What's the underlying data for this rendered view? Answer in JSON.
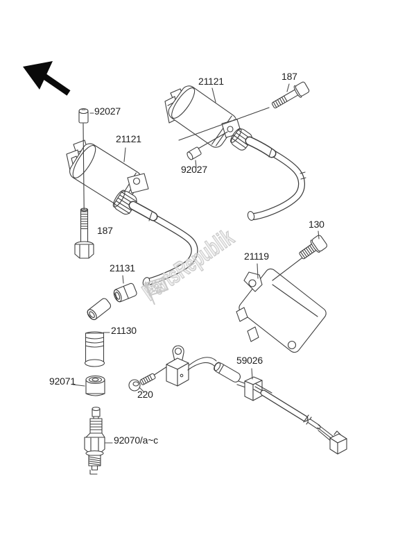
{
  "watermark": {
    "text": "PartsRepublik",
    "icon": "flag-gear"
  },
  "callouts": {
    "coil_left_screw": "92027",
    "coil_left": "21121",
    "coil_left_bolt": "187",
    "terminal_nut": "21131",
    "plug_cap": "21130",
    "resistor_cover": "92071",
    "spark_plug": "92070/a~c",
    "pickup_screw": "220",
    "pickup_coil": "59026",
    "igniter": "21119",
    "igniter_bolt": "130",
    "coil_right": "21121",
    "coil_right_screw": "92027",
    "coil_right_bolt": "187"
  },
  "colors": {
    "background": "#ffffff",
    "line": "#3d3d3d",
    "label": "#1d1d1d",
    "watermark": "#c9c9c9",
    "arrow": "#0a0a0a"
  }
}
